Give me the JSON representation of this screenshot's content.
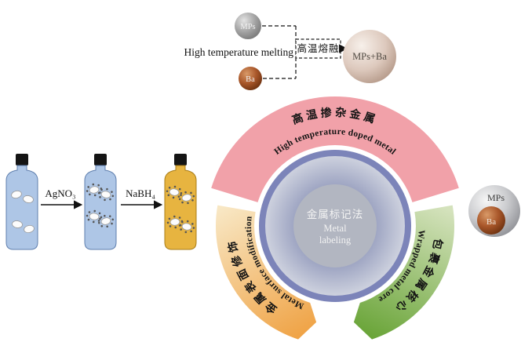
{
  "top_process": {
    "mps_sphere_label": "MPs",
    "metal_sphere_label": "Ba",
    "label_en": "High temperature melting",
    "label_zh": "高温熔融",
    "product_sphere_label": "MPs+Ba"
  },
  "surface_modification_process": {
    "reagent_1": "AgNO₃",
    "reagent_2": "NaBH₄"
  },
  "wheel": {
    "center": {
      "zh": "金属标记法",
      "en_line1": "Metal",
      "en_line2": "labeling"
    },
    "top_arc": {
      "zh": "高温掺杂金属",
      "en": "High temperature doped metal"
    },
    "left_arc": {
      "zh": "金属表面修饰",
      "en": "Metal surface modification"
    },
    "right_arc": {
      "zh": "包裹金属核心",
      "en": "Wrapped metal core"
    }
  },
  "wrapped_core_sphere": {
    "shell_label": "MPs",
    "core_label": "Ba"
  },
  "colors": {
    "top_arc": "#f1a1a9",
    "left_arc_start": "#f8e7c4",
    "left_arc_end": "#efa040",
    "right_arc_start": "#d4e2bc",
    "right_arc_end": "#67a335",
    "ring": "#7c84b9",
    "center_circle": "#b2b6c1",
    "bottle_blue": "#aec6e6",
    "bottle_gold": "#e7b440"
  }
}
